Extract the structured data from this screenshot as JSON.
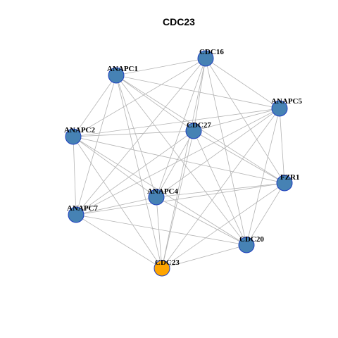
{
  "title": "CDC23",
  "colors": {
    "node_default": "#4682b4",
    "node_highlight": "#ffa500",
    "node_border": "#1f3fbf",
    "edge": "#b3b3b3"
  },
  "nodes": [
    {
      "id": "CDC16",
      "label": "CDC16",
      "highlight": false
    },
    {
      "id": "ANAPC1",
      "label": "ANAPC1",
      "highlight": false
    },
    {
      "id": "ANAPC5",
      "label": "ANAPC5",
      "highlight": false
    },
    {
      "id": "CDC27",
      "label": "CDC27",
      "highlight": false
    },
    {
      "id": "ANAPC2",
      "label": "ANAPC2",
      "highlight": false
    },
    {
      "id": "FZR1",
      "label": "FZR1",
      "highlight": false
    },
    {
      "id": "ANAPC4",
      "label": "ANAPC4",
      "highlight": false
    },
    {
      "id": "ANAPC7",
      "label": "ANAPC7",
      "highlight": false
    },
    {
      "id": "CDC20",
      "label": "CDC20",
      "highlight": false
    },
    {
      "id": "CDC23",
      "label": "CDC23",
      "highlight": true
    }
  ],
  "edges": [
    [
      "CDC16",
      "ANAPC1"
    ],
    [
      "CDC16",
      "ANAPC5"
    ],
    [
      "CDC16",
      "CDC27"
    ],
    [
      "CDC16",
      "ANAPC2"
    ],
    [
      "CDC16",
      "FZR1"
    ],
    [
      "CDC16",
      "ANAPC4"
    ],
    [
      "CDC16",
      "ANAPC7"
    ],
    [
      "CDC16",
      "CDC20"
    ],
    [
      "CDC16",
      "CDC23"
    ],
    [
      "ANAPC1",
      "ANAPC5"
    ],
    [
      "ANAPC1",
      "CDC27"
    ],
    [
      "ANAPC1",
      "ANAPC2"
    ],
    [
      "ANAPC1",
      "FZR1"
    ],
    [
      "ANAPC1",
      "ANAPC4"
    ],
    [
      "ANAPC1",
      "ANAPC7"
    ],
    [
      "ANAPC1",
      "CDC20"
    ],
    [
      "ANAPC1",
      "CDC23"
    ],
    [
      "ANAPC5",
      "CDC27"
    ],
    [
      "ANAPC5",
      "ANAPC2"
    ],
    [
      "ANAPC5",
      "FZR1"
    ],
    [
      "ANAPC5",
      "ANAPC4"
    ],
    [
      "ANAPC5",
      "ANAPC7"
    ],
    [
      "ANAPC5",
      "CDC20"
    ],
    [
      "ANAPC5",
      "CDC23"
    ],
    [
      "CDC27",
      "ANAPC2"
    ],
    [
      "CDC27",
      "FZR1"
    ],
    [
      "CDC27",
      "ANAPC4"
    ],
    [
      "CDC27",
      "ANAPC7"
    ],
    [
      "CDC27",
      "CDC20"
    ],
    [
      "CDC27",
      "CDC23"
    ],
    [
      "ANAPC2",
      "FZR1"
    ],
    [
      "ANAPC2",
      "ANAPC4"
    ],
    [
      "ANAPC2",
      "ANAPC7"
    ],
    [
      "ANAPC2",
      "CDC20"
    ],
    [
      "ANAPC2",
      "CDC23"
    ],
    [
      "FZR1",
      "ANAPC4"
    ],
    [
      "FZR1",
      "ANAPC7"
    ],
    [
      "FZR1",
      "CDC20"
    ],
    [
      "FZR1",
      "CDC23"
    ],
    [
      "ANAPC4",
      "ANAPC7"
    ],
    [
      "ANAPC4",
      "CDC20"
    ],
    [
      "ANAPC4",
      "CDC23"
    ],
    [
      "ANAPC7",
      "CDC20"
    ],
    [
      "ANAPC7",
      "CDC23"
    ],
    [
      "CDC20",
      "CDC23"
    ]
  ]
}
